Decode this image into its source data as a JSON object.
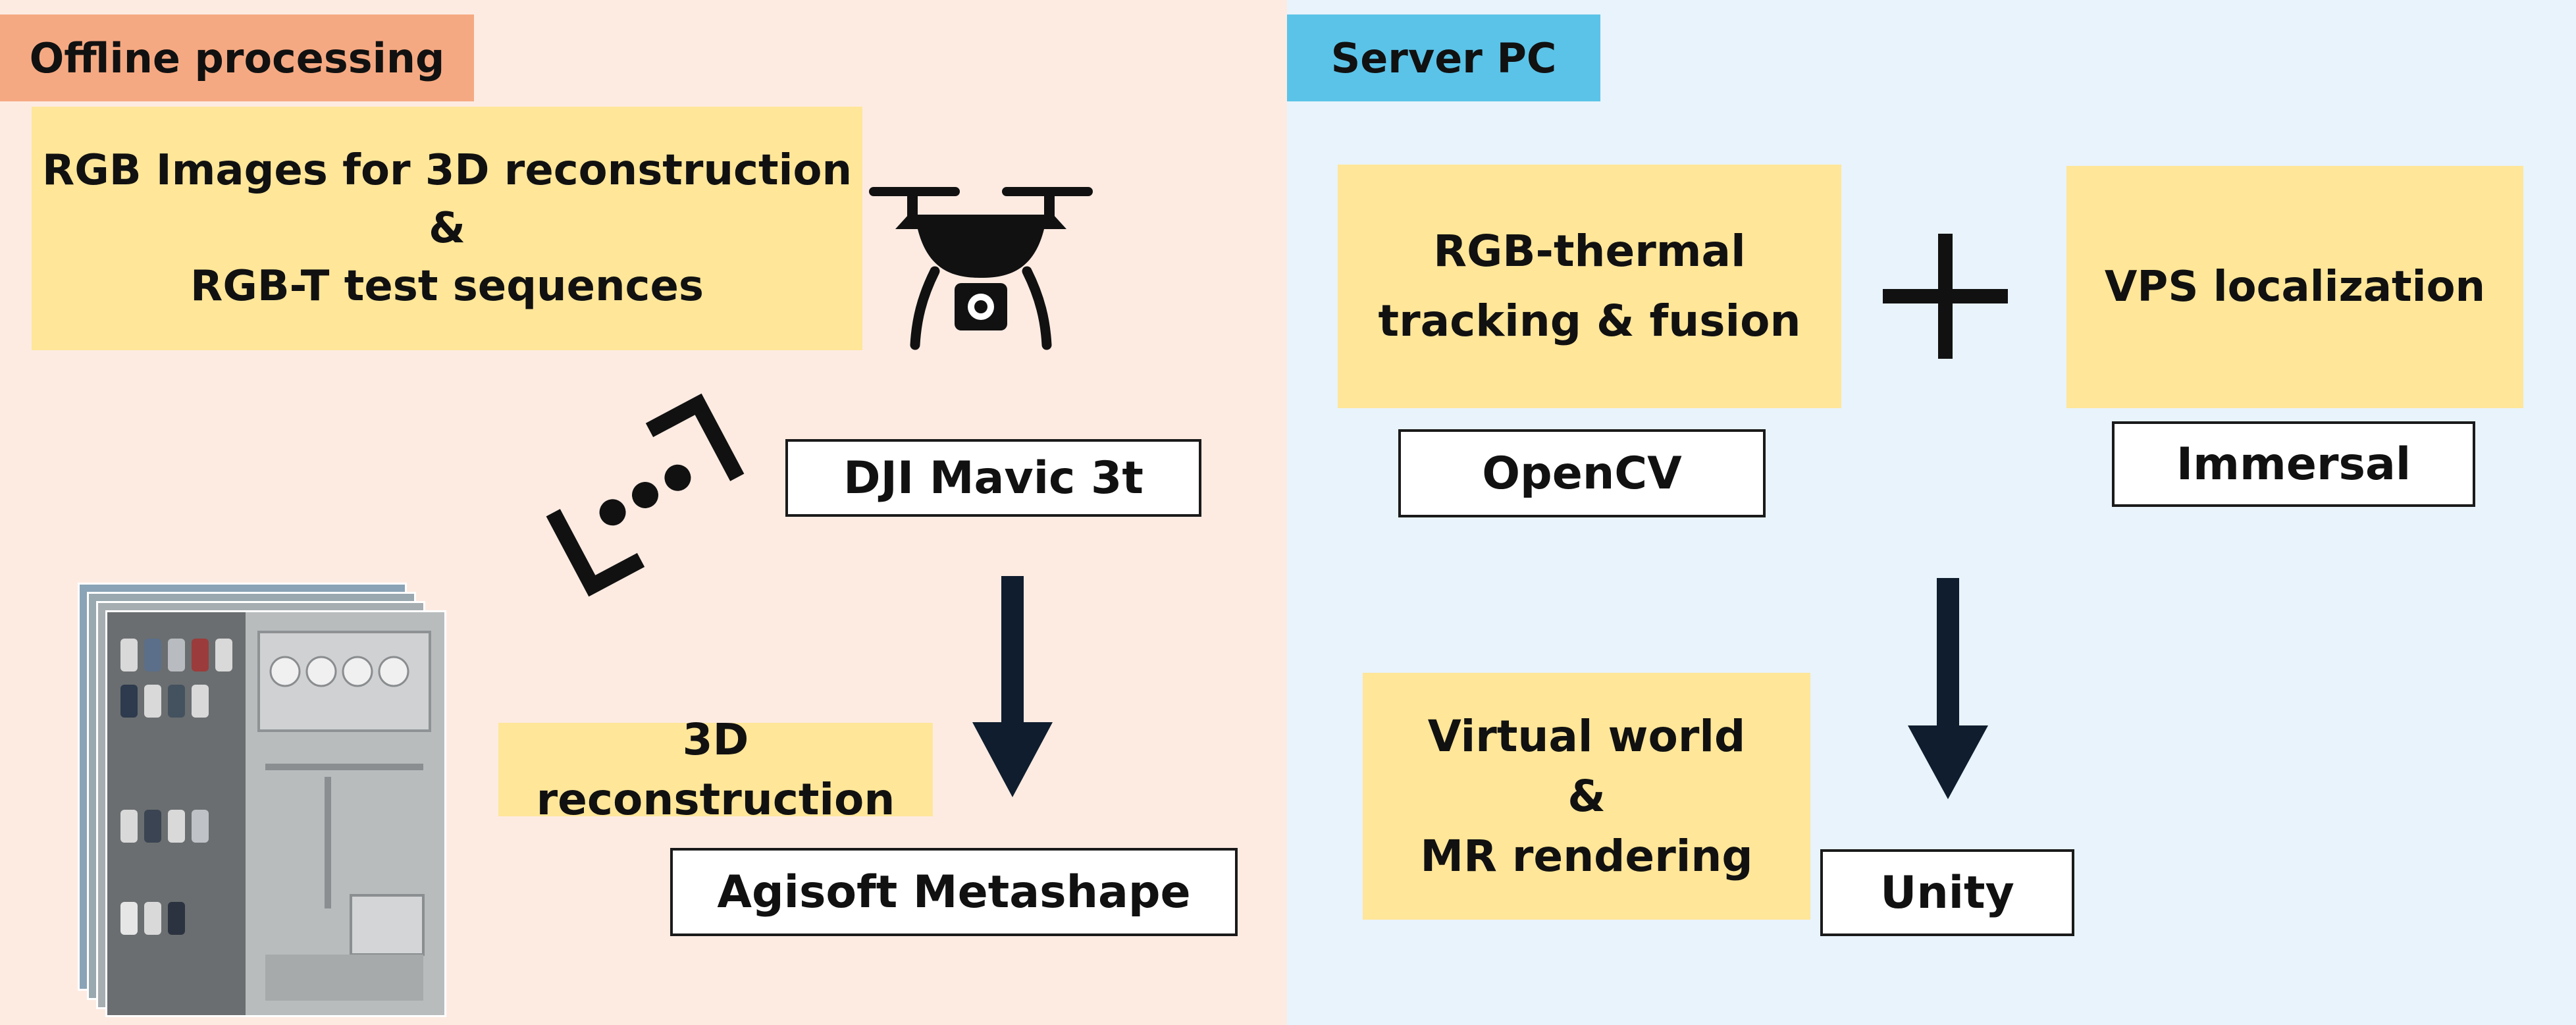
{
  "colors": {
    "offline_bg": "#fdebe2",
    "server_bg": "#e8f3fb",
    "offline_tag": "#f5a982",
    "server_tag": "#5bc3e8",
    "note_yellow": "#ffe699",
    "arrow_dark": "#0f1d2e"
  },
  "offline": {
    "title": "Offline processing",
    "rgb_images": {
      "line1": "RGB Images for 3D reconstruction",
      "line2": "&",
      "line3": "RGB-T test sequences"
    },
    "drone_label": "DJI Mavic 3t",
    "reconstruction_label": "3D reconstruction",
    "metashape_label": "Agisoft Metashape",
    "icons": [
      "drone-icon",
      "camera-capture-icon",
      "aerial-image-stack-icon",
      "arrow-down-icon"
    ]
  },
  "server": {
    "title": "Server PC",
    "tracking": {
      "line1": "RGB-thermal",
      "line2": "tracking & fusion"
    },
    "plus": "+",
    "vps": "VPS localization",
    "opencv_label": "OpenCV",
    "immersal_label": "Immersal",
    "virtual_world": {
      "line1": "Virtual world",
      "line2": "&",
      "line3": "MR rendering"
    },
    "unity_label": "Unity",
    "icons": [
      "arrow-down-icon"
    ]
  }
}
